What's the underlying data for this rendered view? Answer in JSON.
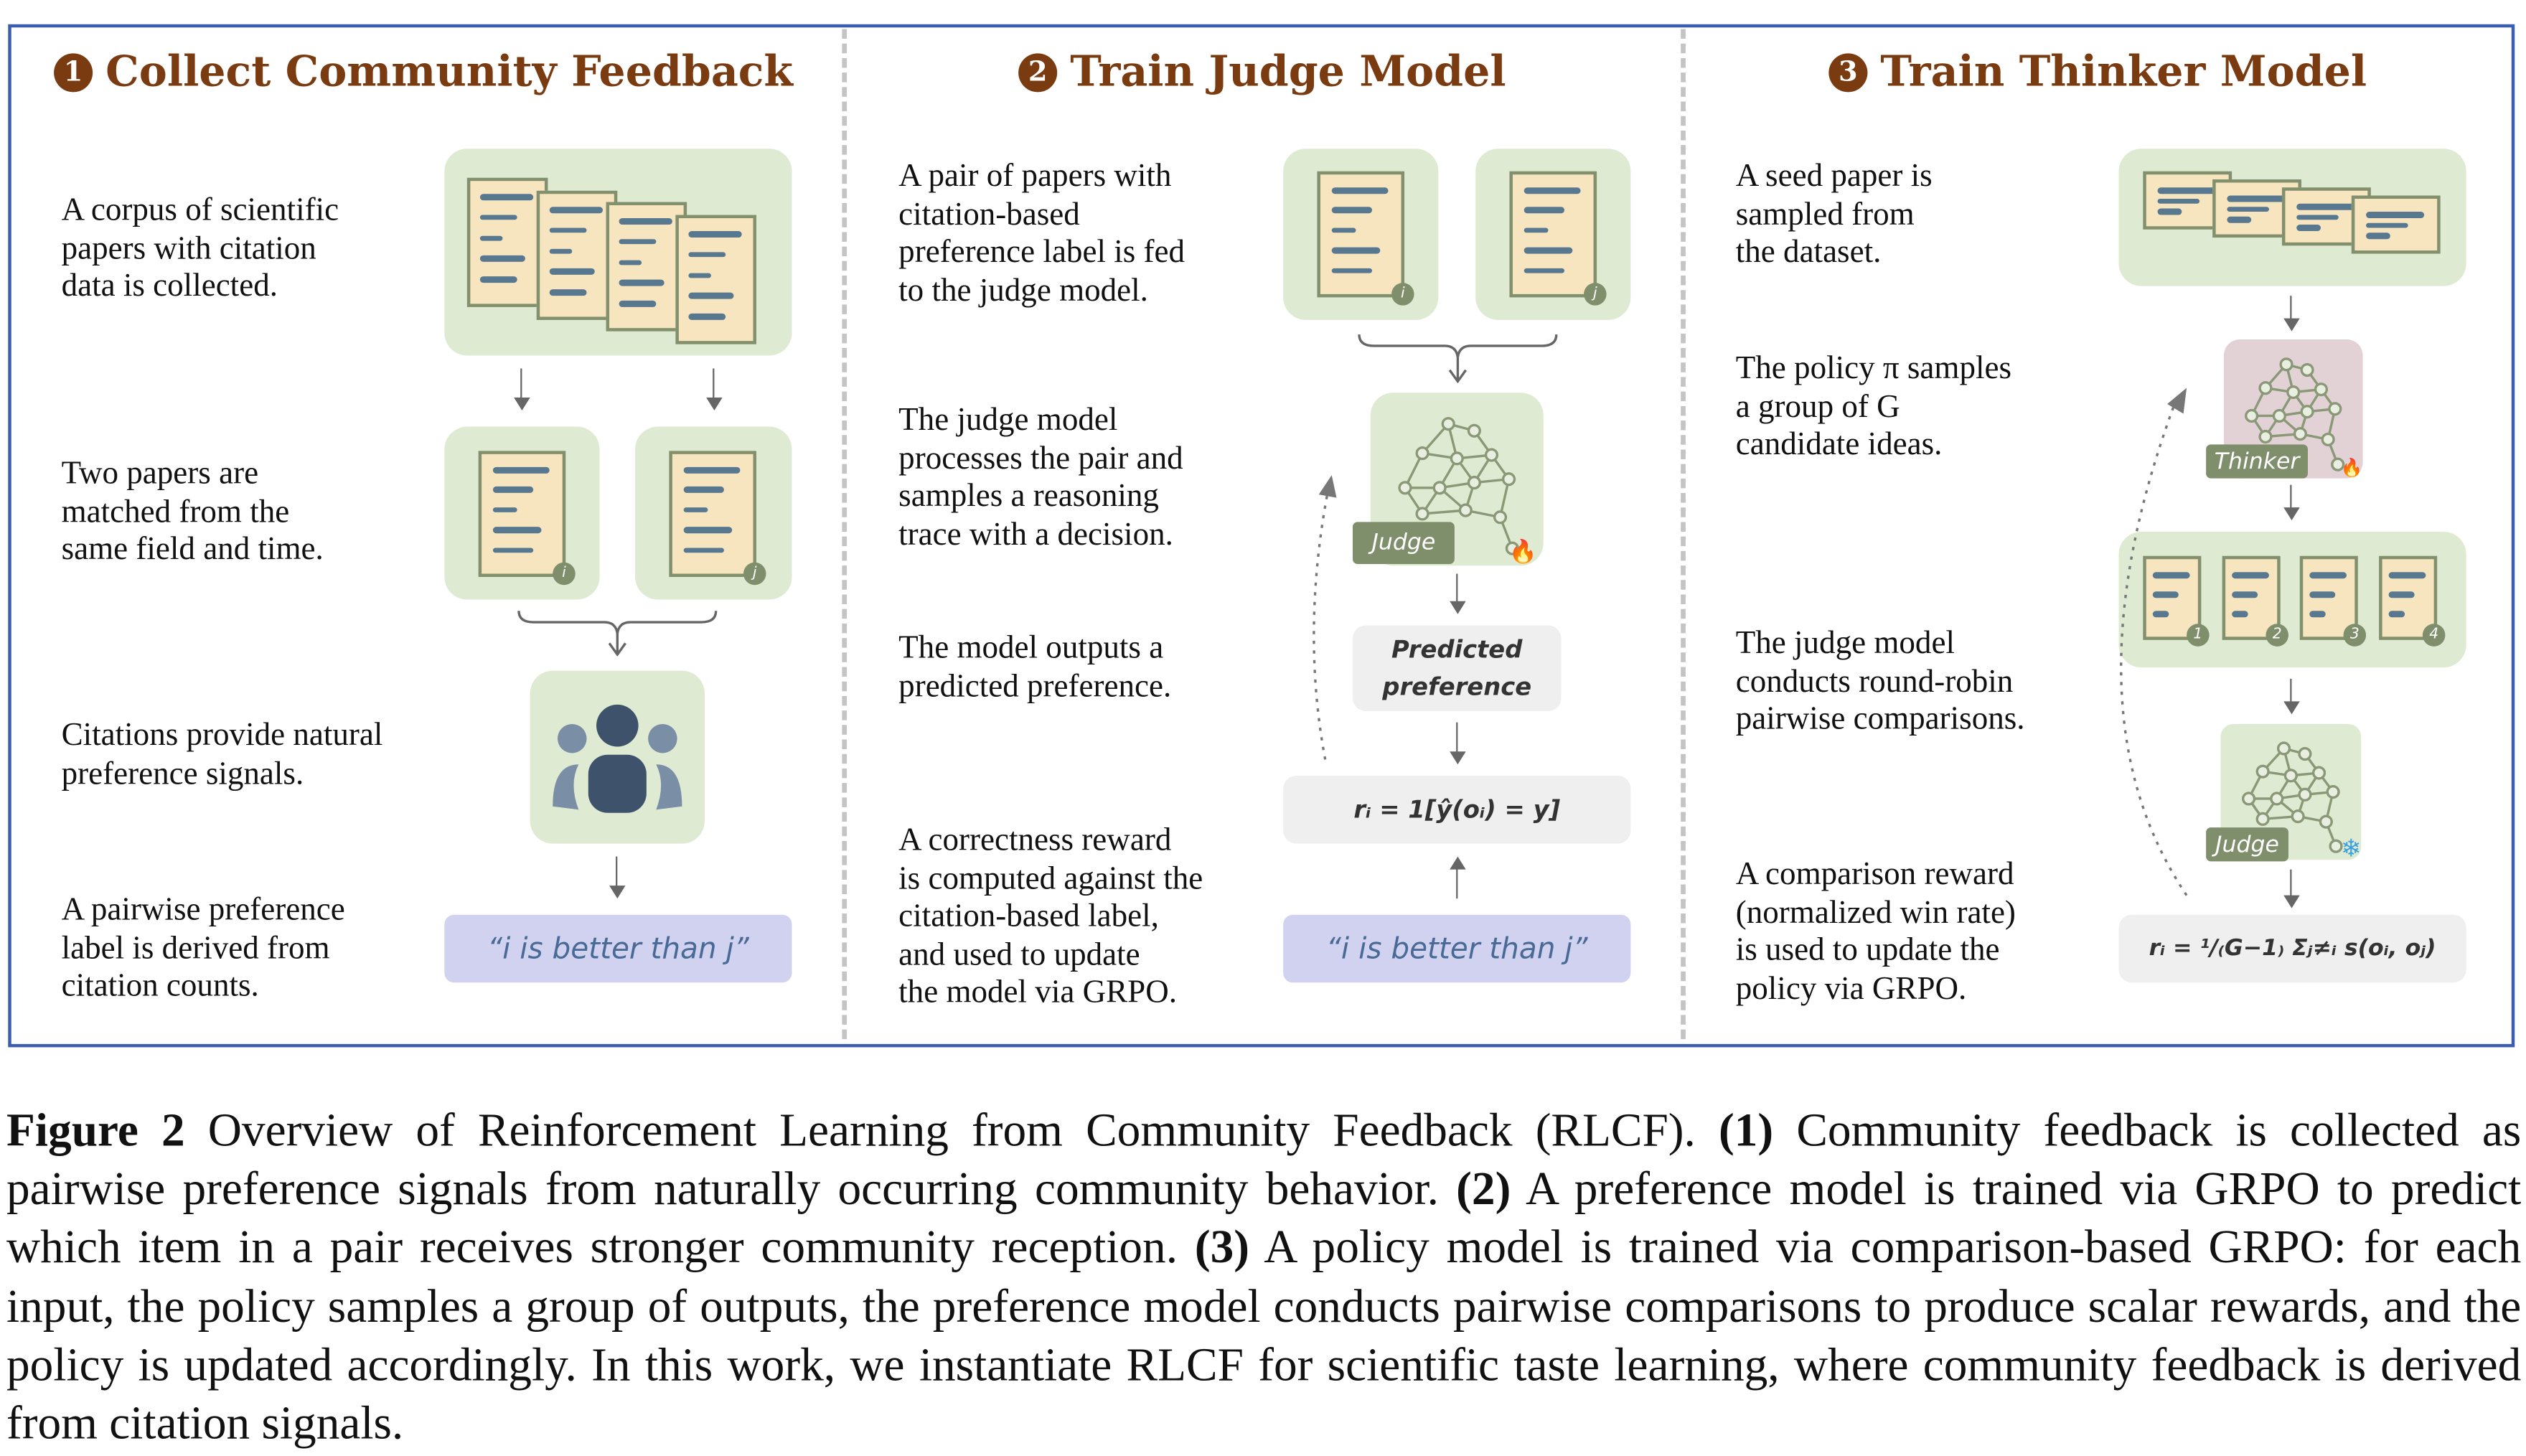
{
  "panels": [
    {
      "number": "1",
      "title": "Collect Community Feedback",
      "steps": [
        "A corpus of scientific\npapers with citation\ndata is collected.",
        "Two papers are\nmatched from the\nsame field and time.",
        "Citations provide natural\npreference signals.",
        "A pairwise preference\nlabel is derived from\ncitation counts."
      ],
      "paper_labels": [
        "i",
        "j"
      ],
      "label_box": "“i is better than j”"
    },
    {
      "number": "2",
      "title": "Train Judge Model",
      "steps": [
        "A pair of papers with\ncitation-based\npreference label is fed\nto the judge model.",
        "The judge model\nprocesses the pair and\nsamples a reasoning\ntrace with a decision.",
        "The model outputs a\npredicted preference.",
        "A correctness reward\nis computed against the\ncitation-based label,\nand used to update\nthe model via GRPO."
      ],
      "paper_labels": [
        "i",
        "j"
      ],
      "judge_tag": "Judge",
      "predicted": "Predicted\npreference",
      "formula": "rᵢ = 1[ŷ(oᵢ) = y]",
      "label_box": "“i is better than j”"
    },
    {
      "number": "3",
      "title": "Train Thinker Model",
      "steps": [
        "A seed paper is\nsampled from\nthe dataset.",
        "The policy π samples\na group of G\ncandidate ideas.",
        "The judge model\nconducts round-robin\npairwise comparisons.",
        "A comparison reward\n(normalized win rate)\nis used to update the\npolicy via GRPO."
      ],
      "thinker_tag": "Thinker",
      "candidate_labels": [
        "1",
        "2",
        "3",
        "4"
      ],
      "judge_tag": "Judge",
      "formula": "rᵢ = ¹/₍G−1₎ Σⱼ≠ᵢ s(oᵢ, oⱼ)"
    }
  ],
  "caption": {
    "label": "Figure 2",
    "p0": " Overview of Reinforcement Learning from Community Feedback (RLCF). ",
    "b1": "(1)",
    "p1": " Community feedback is collected as pairwise preference signals from naturally occurring community behavior. ",
    "b2": "(2)",
    "p2": " A preference model is trained via GRPO to predict which item in a pair receives stronger community reception. ",
    "b3": "(3)",
    "p3": " A policy model is trained via comparison-based GRPO: for each input, the policy samples a group of outputs, the preference model conducts pairwise comparisons to produce scalar rewards, and the policy is updated accordingly. In this work, we instantiate RLCF for scientific taste learning, where community feedback is derived from citation signals."
  },
  "colors": {
    "title": "#7a3b10",
    "frame": "#3a5fb0",
    "green": "#deebd2",
    "lavender": "#d0d2f0",
    "thinker": "#e2d2d6"
  }
}
